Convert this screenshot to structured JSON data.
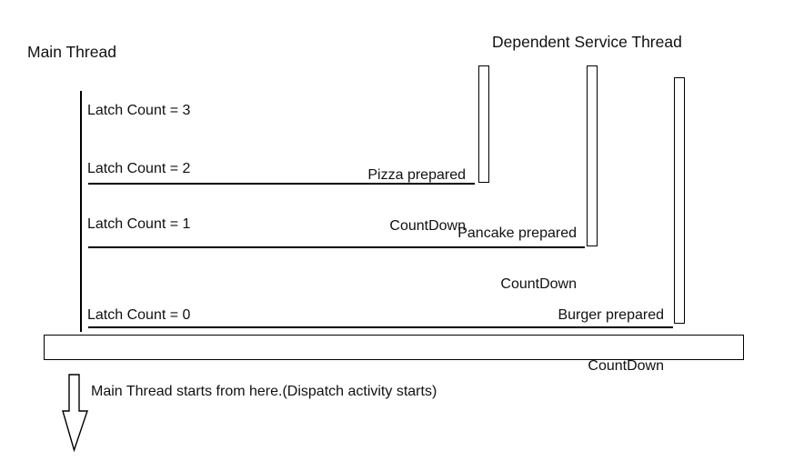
{
  "diagram": {
    "type": "sequence-timeline",
    "title_left": "Main Thread",
    "title_right": "Dependent Service Thread",
    "lifelines": [
      {
        "name": "main-thread-lifeline",
        "orientation": "vertical"
      }
    ],
    "latch_states": [
      {
        "label": "Latch Count = 3"
      },
      {
        "label": "Latch Count = 2"
      },
      {
        "label": "Latch Count = 1"
      },
      {
        "label": "Latch Count = 0"
      }
    ],
    "events": [
      {
        "line1": "Pizza prepared",
        "line2": "CountDown"
      },
      {
        "line1": "Pancake prepared",
        "line2": "CountDown"
      },
      {
        "line1": "Burger prepared",
        "line2": "CountDown"
      }
    ],
    "activation_bars": [
      {
        "name": "pizza-service-bar"
      },
      {
        "name": "pancake-service-bar"
      },
      {
        "name": "burger-service-bar"
      }
    ],
    "dispatch_bar": {
      "name": "dispatch-activity-bar"
    },
    "footer_note": "Main Thread starts from here.(Dispatch activity starts)",
    "colors": {
      "stroke": "#000000",
      "text": "#111111",
      "background": "#ffffff"
    }
  }
}
